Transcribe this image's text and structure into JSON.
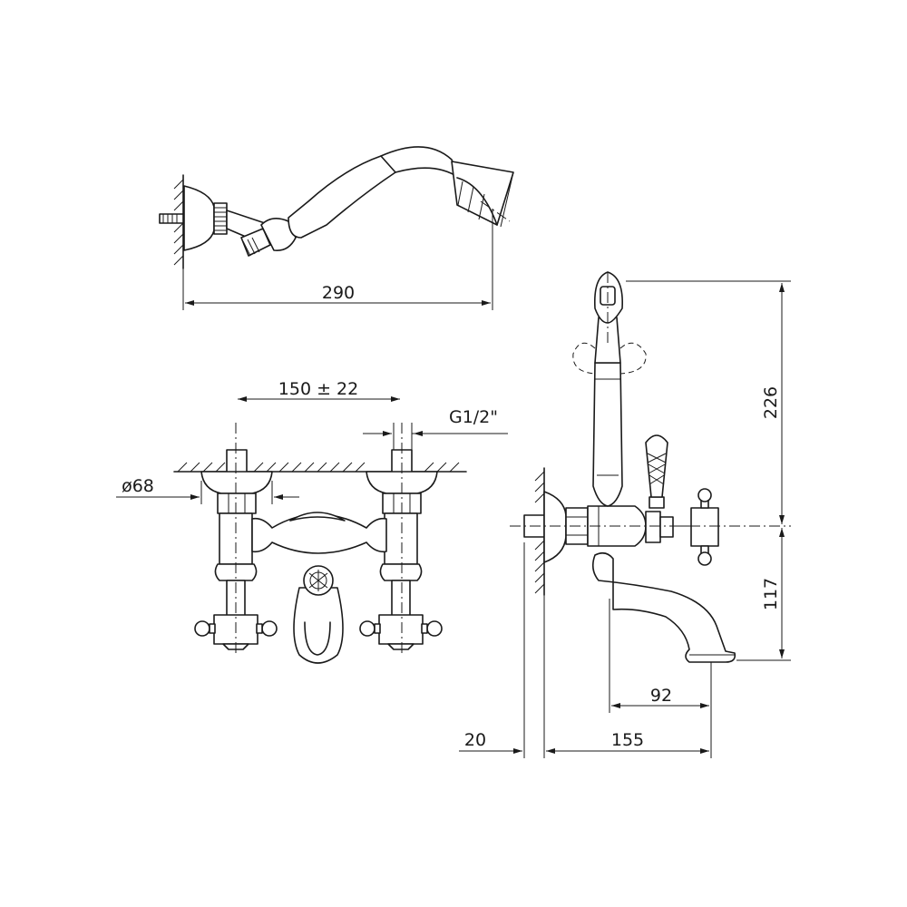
{
  "dimensions": {
    "hand_shower_length": "290",
    "inlet_spacing": "150 ± 22",
    "thread": "G1/2\"",
    "escutcheon_diameter": "ø68",
    "overall_height": "226",
    "spout_height": "117",
    "spout_reach": "92",
    "wall_offset": "20",
    "total_projection": "155"
  }
}
